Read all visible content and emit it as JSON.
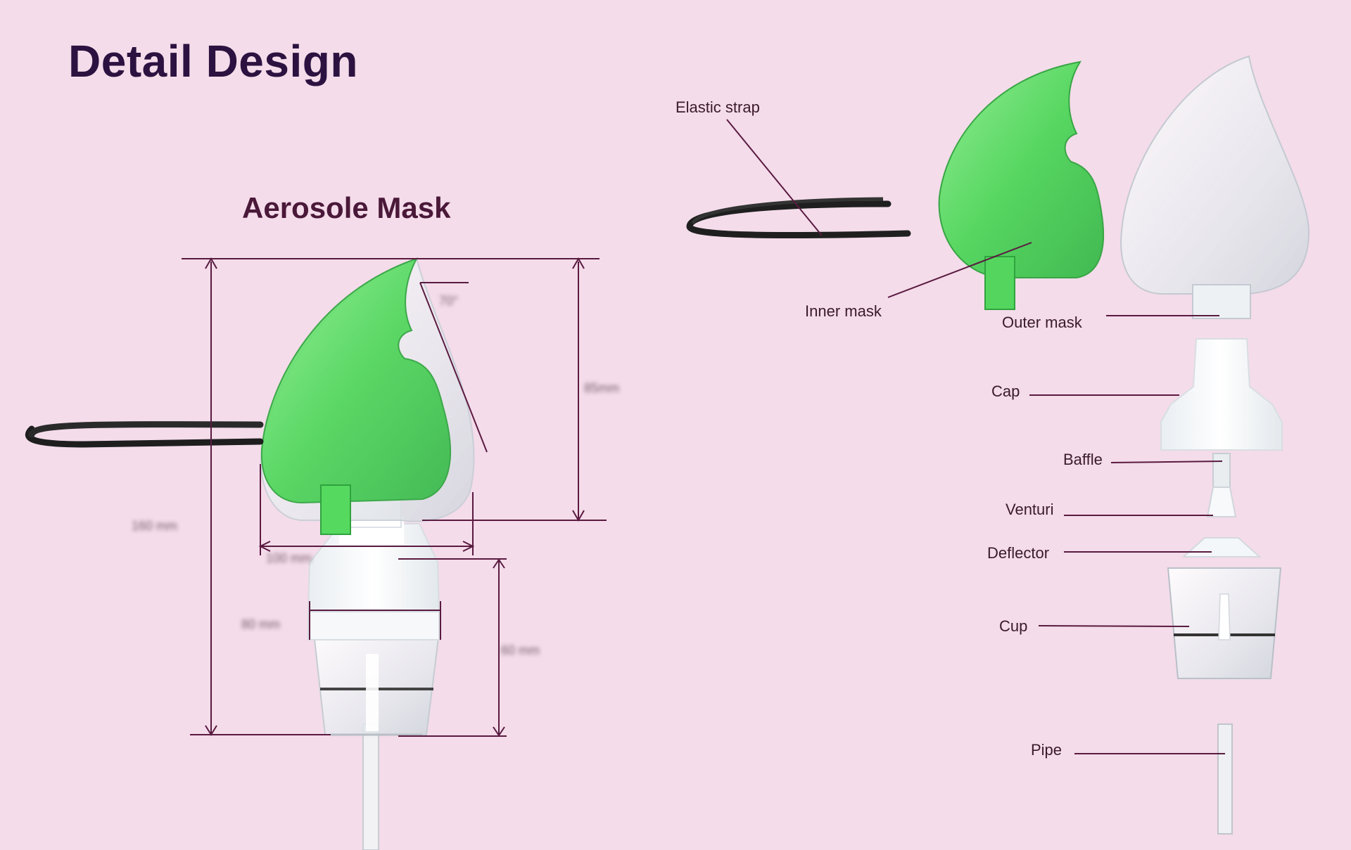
{
  "page": {
    "title": "Detail Design",
    "subtitle": "Aerosole Mask"
  },
  "labels": {
    "elastic_strap": "Elastic strap",
    "inner_mask": "Inner mask",
    "outer_mask": "Outer mask",
    "cap": "Cap",
    "baffle": "Baffle",
    "venturi": "Venturi",
    "deflector": "Deflector",
    "cup": "Cup",
    "pipe": "Pipe"
  },
  "dimensions": {
    "total_height": "160 mm",
    "mask_height": "85mm",
    "mask_width": "100 mm",
    "cap_width": "80 mm",
    "nebulizer_height": "60 mm",
    "angle": "70°"
  },
  "colors": {
    "background": "#f4dcea",
    "title": "#2b1240",
    "line": "#5a1a40",
    "mask_green": "#4fd65a",
    "strap": "#222222"
  }
}
